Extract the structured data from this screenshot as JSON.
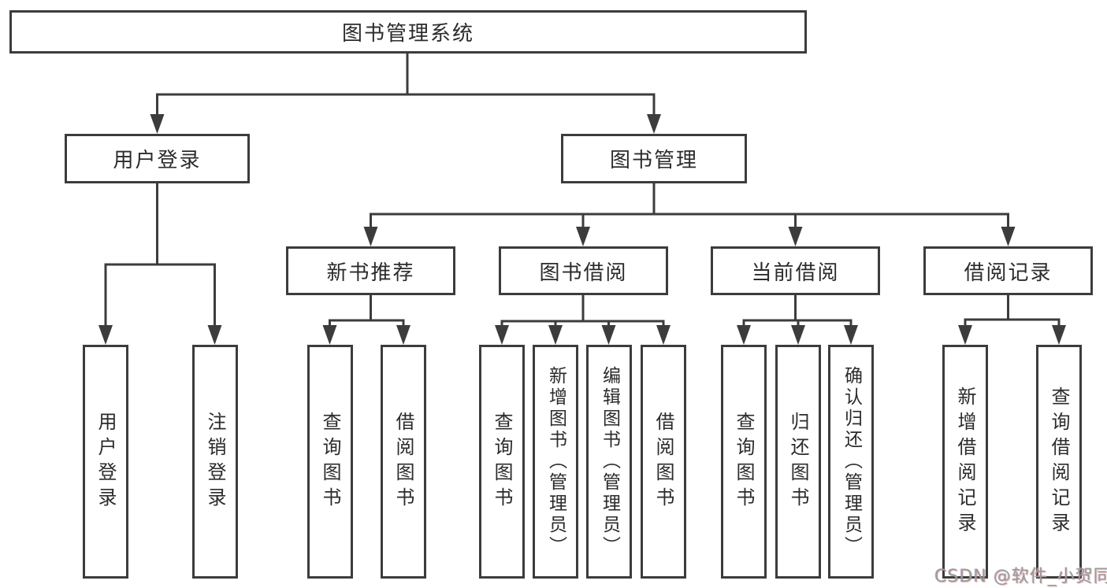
{
  "diagram": {
    "tree": {
      "label": "图书管理系统",
      "children": [
        {
          "label": "用户登录",
          "children": [
            {
              "label": "用户登录"
            },
            {
              "label": "注销登录"
            }
          ]
        },
        {
          "label": "图书管理",
          "children": [
            {
              "label": "新书推荐",
              "children": [
                {
                  "label": "查询图书"
                },
                {
                  "label": "借阅图书"
                }
              ]
            },
            {
              "label": "图书借阅",
              "children": [
                {
                  "label": "查询图书"
                },
                {
                  "label": "新增图书（管理员）"
                },
                {
                  "label": "编辑图书（管理员）"
                },
                {
                  "label": "借阅图书"
                }
              ]
            },
            {
              "label": "当前借阅",
              "children": [
                {
                  "label": "查询图书"
                },
                {
                  "label": "归还图书"
                },
                {
                  "label": "确认归还（管理员）"
                }
              ]
            },
            {
              "label": "借阅记录",
              "children": [
                {
                  "label": "新增借阅记录"
                },
                {
                  "label": "查询借阅记录"
                }
              ]
            }
          ]
        }
      ]
    }
  },
  "watermark": {
    "text": "CSDN @软件_小贺同学"
  },
  "colors": {
    "line": "#3c3c3c",
    "text": "#2b2b2b",
    "background": "#ffffff",
    "watermark": "#9b9b9b"
  }
}
